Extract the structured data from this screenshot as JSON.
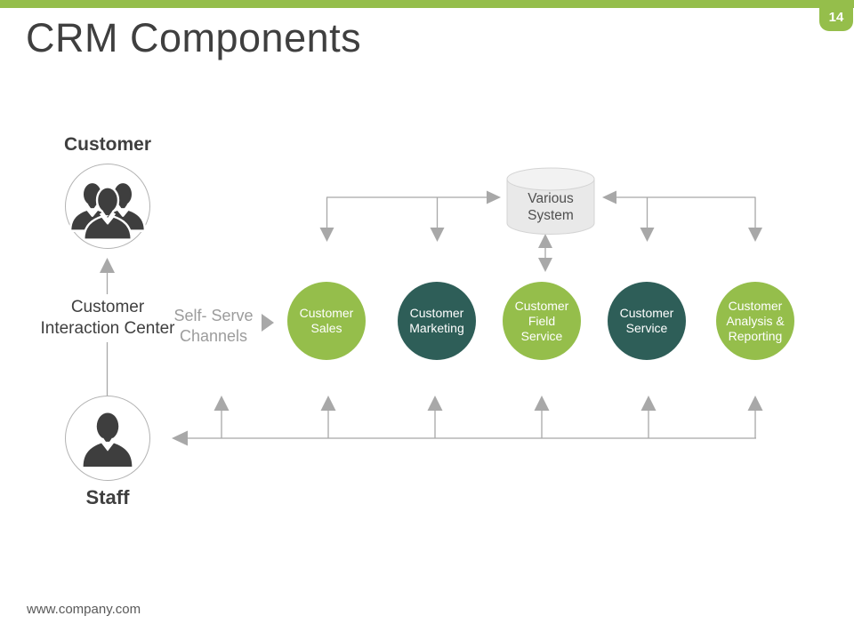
{
  "slide": {
    "page_number": "14",
    "title": "CRM Components",
    "footer_url": "www.company.com"
  },
  "left_flow": {
    "customer_label": "Customer",
    "interaction_center_label": "Customer Interaction Center",
    "self_serve_label": "Self- Serve Channels",
    "staff_label": "Staff"
  },
  "system": {
    "label": "Various System"
  },
  "components": [
    {
      "label": "Customer Sales",
      "color": "green"
    },
    {
      "label": "Customer Marketing",
      "color": "teal"
    },
    {
      "label": "Customer Field Service",
      "color": "green"
    },
    {
      "label": "Customer Service",
      "color": "teal"
    },
    {
      "label": "Customer Analysis & Reporting",
      "color": "green"
    }
  ],
  "colors": {
    "green": "#95BE4B",
    "teal": "#2E5E58",
    "connector": "#A8A8A8",
    "dark_text": "#3F3F3F",
    "muted_text": "#9C9C9C",
    "footer_text": "#595959",
    "circle_border": "#B3B3B3",
    "icon_fill": "#3E3E3E",
    "cylinder_fill": "#E9E9E9",
    "cylinder_top": "#F2F2F2"
  }
}
